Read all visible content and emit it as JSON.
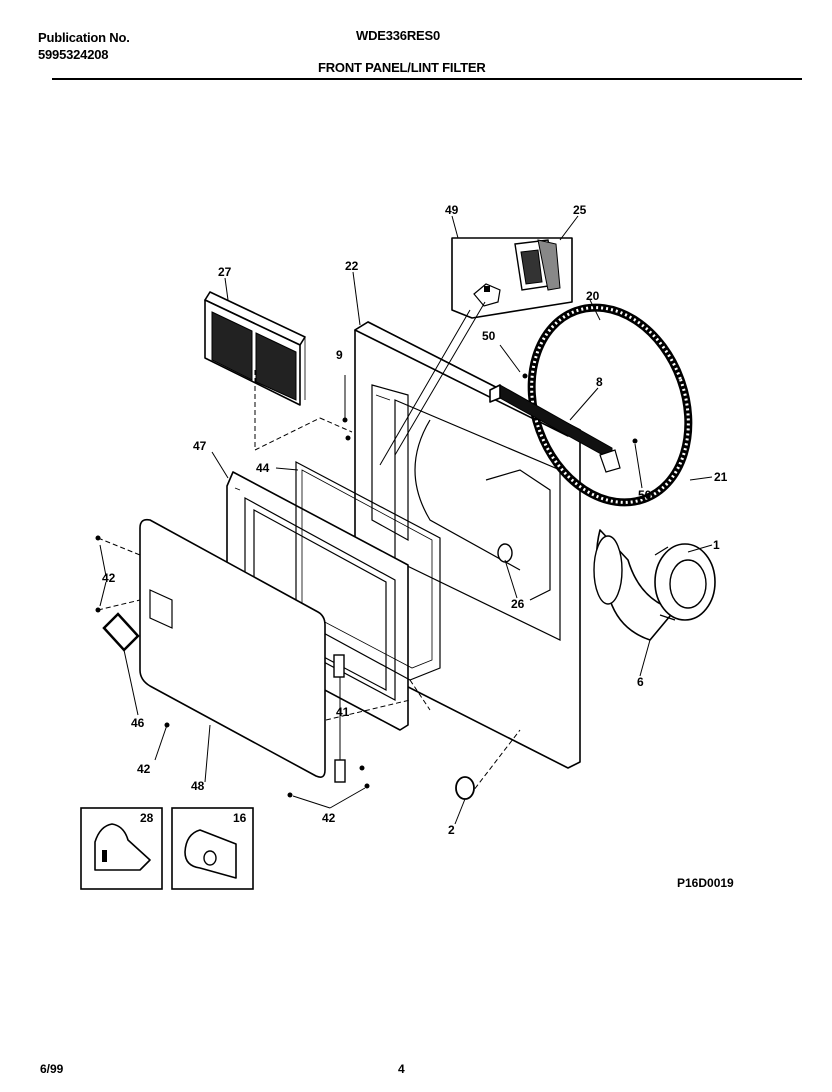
{
  "header": {
    "publication_label": "Publication No.",
    "publication_number": "5995324208",
    "model": "WDE336RES0",
    "section_title": "FRONT PANEL/LINT FILTER"
  },
  "diagram": {
    "code": "P16D0019",
    "labels": [
      "49",
      "25",
      "27",
      "22",
      "20",
      "9",
      "50",
      "8",
      "47",
      "44",
      "50",
      "21",
      "1",
      "42",
      "26",
      "6",
      "41",
      "46",
      "42",
      "48",
      "42",
      "2",
      "28",
      "16"
    ]
  },
  "footer": {
    "date": "6/99",
    "page": "4"
  }
}
